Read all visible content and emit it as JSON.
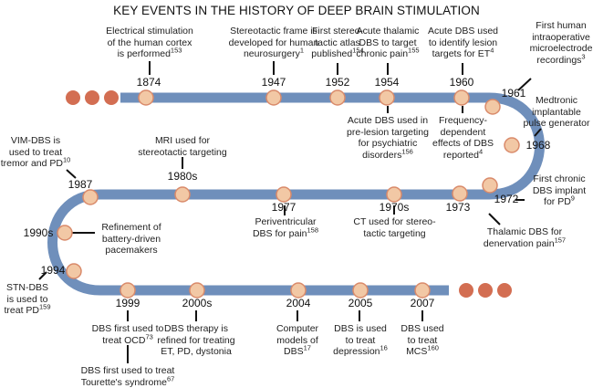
{
  "title": "KEY EVENTS IN THE HISTORY OF DEEP BRAIN STIMULATION",
  "colors": {
    "track": "#6f8fbb",
    "node_fill": "#f2c8a5",
    "node_stroke": "#d98a6a",
    "ellipsis_dot": "#d36e52",
    "connector": "#111111"
  },
  "events": [
    {
      "year": "1874",
      "lines": [
        "Electrical stimulation",
        "of the human cortex",
        "is performed"
      ],
      "ref": "153"
    },
    {
      "year": "1947",
      "lines": [
        "Stereotactic frame is",
        "developed for human",
        "neurosurgery"
      ],
      "ref": "1"
    },
    {
      "year": "1952",
      "lines": [
        "First stereo-",
        "tactic atlas",
        "published"
      ],
      "ref": "154"
    },
    {
      "year": "1954",
      "lines": [
        "Acute thalamic",
        "DBS to target",
        "chronic pain"
      ],
      "ref": "155"
    },
    {
      "year": "1954b",
      "lines": [
        "Acute DBS used in",
        "pre-lesion targeting",
        "for psychiatric",
        "disorders"
      ],
      "ref": "156"
    },
    {
      "year": "1960",
      "lines": [
        "Acute DBS used",
        "to identify lesion",
        "targets for ET"
      ],
      "ref": "4"
    },
    {
      "year": "1960b",
      "lines": [
        "Frequency-",
        "dependent",
        "effects of DBS",
        "reported"
      ],
      "ref": "4"
    },
    {
      "year": "1961",
      "lines": [
        "First human",
        "intraoperative",
        "microelectrode",
        "recordings"
      ],
      "ref": "3"
    },
    {
      "year": "1968",
      "lines": [
        "Medtronic",
        "implantable",
        "pulse generator"
      ],
      "ref": ""
    },
    {
      "year": "1972",
      "lines": [
        "First chronic",
        "DBS implant",
        "for PD"
      ],
      "ref": "9"
    },
    {
      "year": "1973",
      "lines": [
        "Thalamic DBS for",
        "denervation pain"
      ],
      "ref": "157"
    },
    {
      "year": "1970s",
      "lines": [
        "CT used for stereo-",
        "tactic targeting"
      ],
      "ref": ""
    },
    {
      "year": "1977",
      "lines": [
        "Periventricular",
        "DBS for pain"
      ],
      "ref": "158"
    },
    {
      "year": "1980s",
      "lines": [
        "MRI used for",
        "stereotactic targeting"
      ],
      "ref": ""
    },
    {
      "year": "1987",
      "lines": [
        "VIM-DBS is",
        "used to treat",
        "tremor and PD"
      ],
      "ref": "10"
    },
    {
      "year": "1990s",
      "lines": [
        "Refinement of",
        "battery-driven",
        "pacemakers"
      ],
      "ref": ""
    },
    {
      "year": "1994",
      "lines": [
        "STN-DBS",
        "is used to",
        "treat PD"
      ],
      "ref": "159"
    },
    {
      "year": "1999",
      "lines": [
        "DBS first used to",
        "treat OCD"
      ],
      "ref": "73"
    },
    {
      "year": "1999b",
      "lines": [
        "DBS first used to treat",
        "Tourette's syndrome"
      ],
      "ref": "67"
    },
    {
      "year": "2000s",
      "lines": [
        "DBS therapy is",
        "refined for treating",
        "ET, PD, dystonia"
      ],
      "ref": ""
    },
    {
      "year": "2004",
      "lines": [
        "Computer",
        "models of",
        "DBS"
      ],
      "ref": "17"
    },
    {
      "year": "2005",
      "lines": [
        "DBS is used",
        "to treat",
        "depression"
      ],
      "ref": "16"
    },
    {
      "year": "2007",
      "lines": [
        "DBS used",
        "to treat",
        "MCS"
      ],
      "ref": "160"
    }
  ],
  "years": {
    "y1874": "1874",
    "y1947": "1947",
    "y1952": "1952",
    "y1954": "1954",
    "y1960": "1960",
    "y1961": "1961",
    "y1968": "1968",
    "y1972": "1972",
    "y1973": "1973",
    "y1970s": "1970s",
    "y1977": "1977",
    "y1980s": "1980s",
    "y1987": "1987",
    "y1990s": "1990s",
    "y1994": "1994",
    "y1999": "1999",
    "y2000s": "2000s",
    "y2004": "2004",
    "y2005": "2005",
    "y2007": "2007"
  }
}
